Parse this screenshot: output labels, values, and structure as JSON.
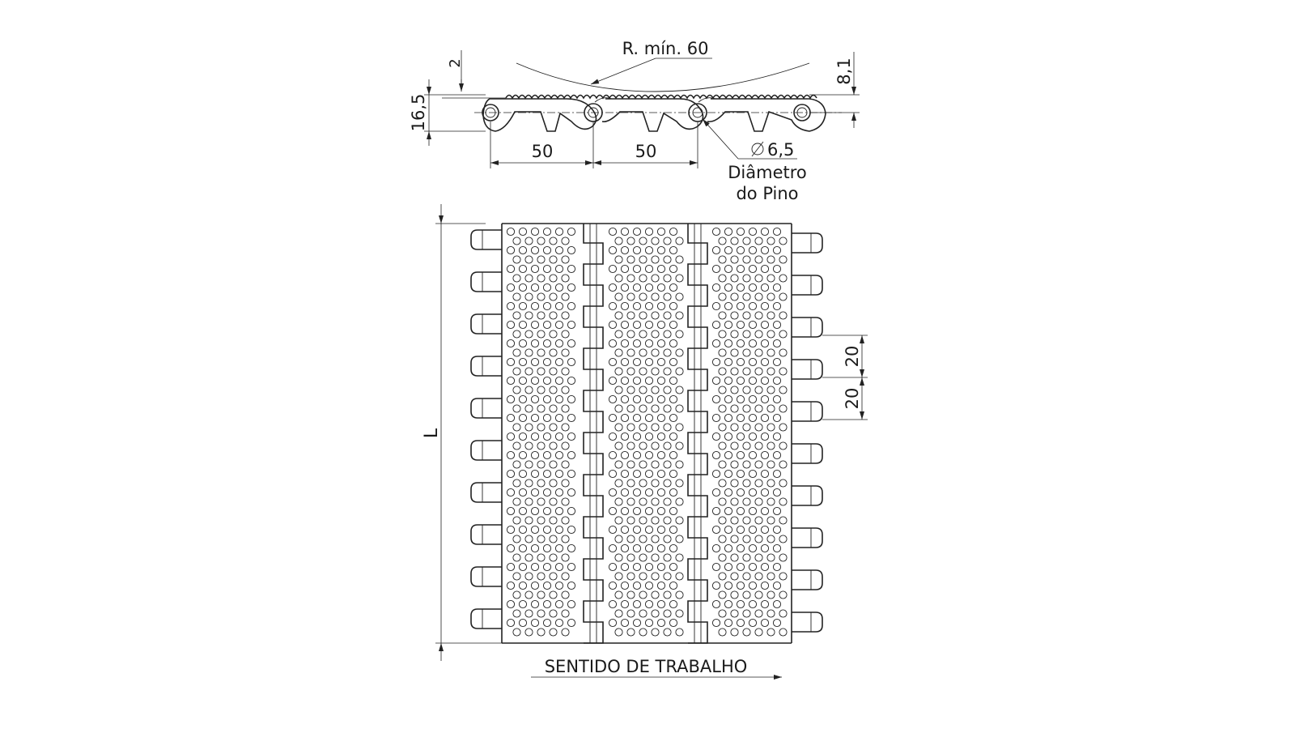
{
  "labels": {
    "radius": "R. mín. 60",
    "dim_2": "2",
    "dim_8_1": "8,1",
    "dim_16_5": "16,5",
    "dim_50_a": "50",
    "dim_50_b": "50",
    "pin_dia": "6,5",
    "pin_caption_line1": "Diâmetro",
    "pin_caption_line2": "do Pino",
    "dim_L": "L",
    "dim_20_a": "20",
    "dim_20_b": "20",
    "direction": "SENTIDO DE TRABALHO"
  },
  "colors": {
    "line": "#222222",
    "background": "#ffffff"
  },
  "icons": {
    "diameter": "diameter-symbol",
    "arrow": "direction-arrow"
  }
}
